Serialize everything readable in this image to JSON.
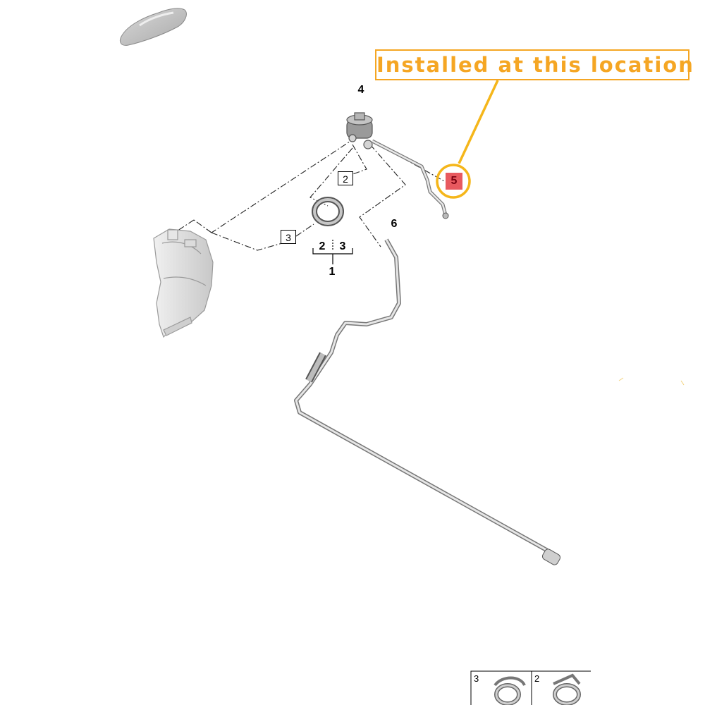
{
  "callout": {
    "text": "Installed at this location",
    "color": "#f5a623"
  },
  "highlight": {
    "part": "5",
    "fill": "#e8595f"
  },
  "part_numbers": {
    "p4": "4",
    "p6": "6",
    "p1": "1",
    "p2_under": "2",
    "p3_under": "3",
    "box2": "2",
    "box3": "3"
  },
  "thumbnails": [
    {
      "label": "3"
    },
    {
      "label": "2"
    }
  ],
  "icons": [
    "car-silhouette-icon",
    "coolant-reservoir-icon",
    "sensor-valve-icon",
    "hose-clamp-icon",
    "pipe-line-icon"
  ]
}
